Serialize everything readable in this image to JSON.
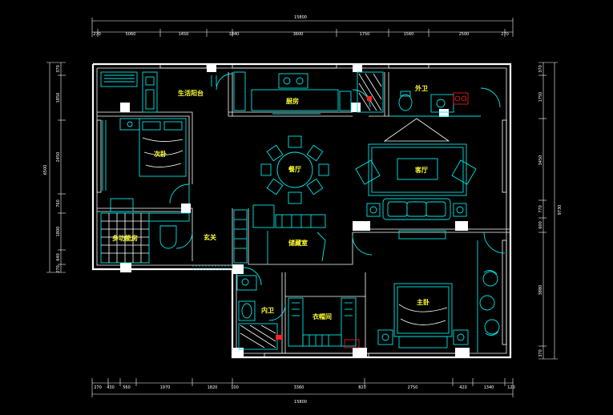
{
  "overall_dims": {
    "top": "15800",
    "bottom": "15800",
    "left": "6500",
    "right": "9730"
  },
  "top_dims": [
    "270",
    "5060",
    "1450",
    "1840",
    "3600",
    "1750",
    "1560",
    "2500",
    "270"
  ],
  "bottom_dims": [
    "270",
    "430",
    "560",
    "1970",
    "1820",
    "100",
    "3360",
    "820",
    "2750",
    "420",
    "1340",
    "120"
  ],
  "left_dims": [
    "370",
    "1850",
    "2450",
    "760",
    "1800",
    "640",
    "270"
  ],
  "right_dims": [
    "370",
    "1750",
    "3450",
    "770",
    "600",
    "3880",
    "370"
  ],
  "rooms": {
    "living_balcony": "生活阳台",
    "kitchen": "厨房",
    "ext_bath": "外卫",
    "second_bed": "次卧",
    "dining": "餐厅",
    "living": "客厅",
    "multi_room": "多功能房",
    "entry": "玄关",
    "pantry": "储藏室",
    "int_bath": "内卫",
    "closet": "衣帽间",
    "master_bed": "主卧"
  },
  "colors": {
    "wall": "#ffffff",
    "furniture": "#00e5e5",
    "label": "#ffff33",
    "background": "#000000",
    "accent": "#ff2020"
  }
}
